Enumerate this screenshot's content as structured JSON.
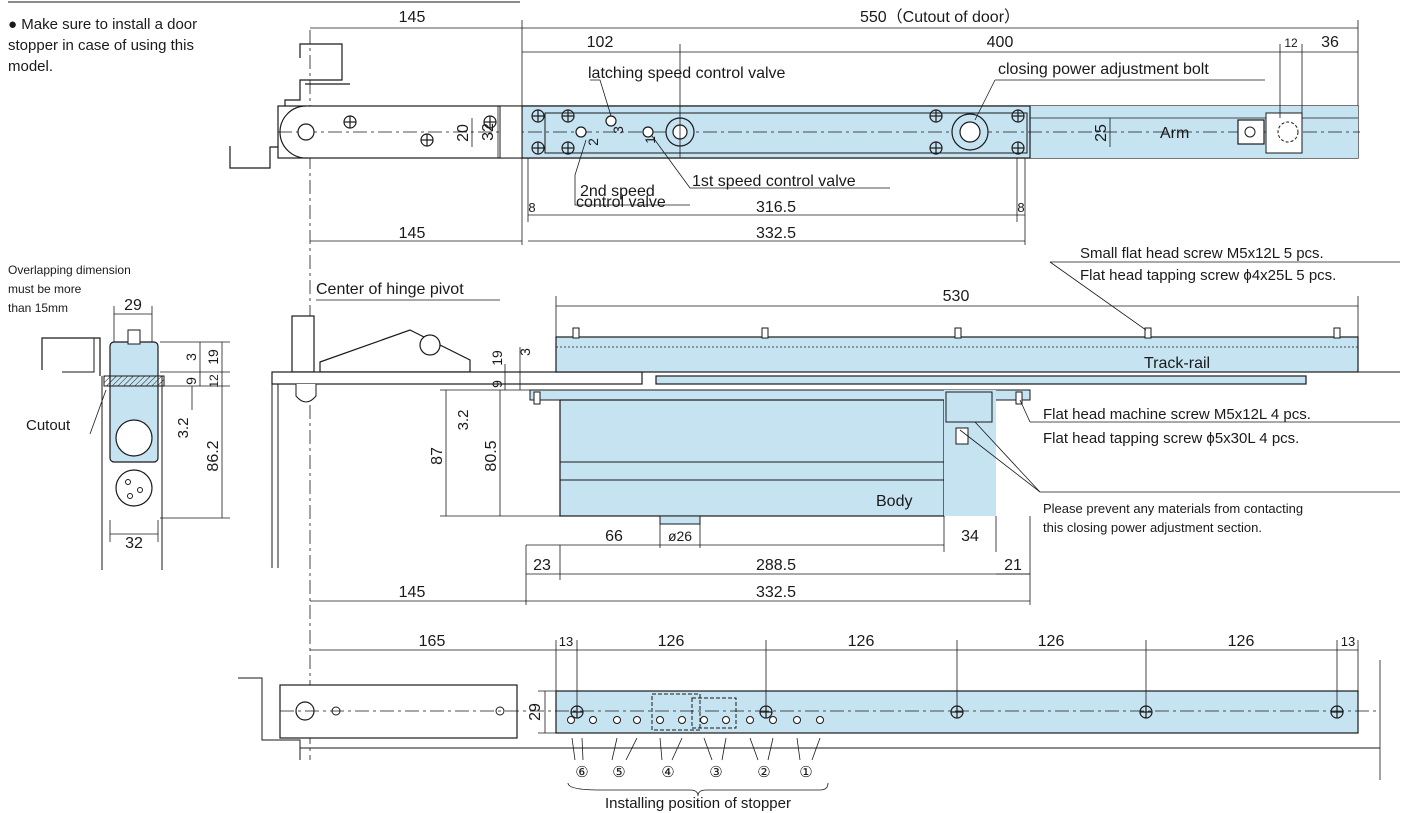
{
  "note": "● Make sure to install a door stopper in case of using this model.",
  "labels": {
    "dim_145_top": "145",
    "dim_550": "550（Cutout of door）",
    "dim_102": "102",
    "dim_400": "400",
    "dim_12": "12",
    "dim_36": "36",
    "latching_valve": "latching speed control valve",
    "closing_bolt": "closing power adjustment bolt",
    "dim_32": "32",
    "dim_20": "20",
    "dim_25": "25",
    "arm": "Arm",
    "v1": "1",
    "v2": "2",
    "v3": "3",
    "second_valve_1": "2nd speed",
    "second_valve_2": "control valve",
    "first_valve": "1st speed control valve",
    "dim_8_left": "8",
    "dim_316_5": "316.5",
    "dim_8_right": "8",
    "dim_145_mid": "145",
    "dim_332_5_top": "332.5",
    "overlap_1": "Overlapping dimension",
    "overlap_2": "must be more",
    "overlap_3": "than 15mm",
    "dim_29_side": "29",
    "dim_3_side": "3",
    "dim_19_side": "19",
    "dim_9_side": "9",
    "dim_12_side": "12",
    "cutout": "Cutout",
    "dim_3_2_side": "3.2",
    "dim_86_2": "86.2",
    "dim_32_side": "32",
    "hinge_pivot": "Center of hinge pivot",
    "dim_530": "530",
    "screw_small": "Small flat head screw M5x12L  5 pcs.",
    "screw_tapping_4": "Flat head tapping screw ϕ4x25L  5 pcs.",
    "dim_19_front": "19",
    "dim_3_front": "3",
    "dim_9_front": "9",
    "track_rail": "Track-rail",
    "dim_87": "87",
    "dim_3_2_front": "3.2",
    "dim_80_5": "80.5",
    "body": "Body",
    "screw_machine": "Flat head machine screw M5x12L  4 pcs.",
    "screw_tapping_5": "Flat head tapping screw ϕ5x30L  4 pcs.",
    "prevent_1": "Please prevent any materials from contacting",
    "prevent_2": "this closing power adjustment section.",
    "dim_66": "66",
    "dim_d26": "ø26",
    "dim_34": "34",
    "dim_23": "23",
    "dim_288_5": "288.5",
    "dim_21": "21",
    "dim_145_low": "145",
    "dim_332_5_low": "332.5",
    "dim_165": "165",
    "dim_13_left": "13",
    "dim_126_a": "126",
    "dim_126_b": "126",
    "dim_126_c": "126",
    "dim_126_d": "126",
    "dim_13_right": "13",
    "dim_29_bottom": "29",
    "pos_6": "⑥",
    "pos_5": "⑤",
    "pos_4": "④",
    "pos_3": "③",
    "pos_2": "②",
    "pos_1": "①",
    "stopper": "Installing position of stopper"
  },
  "colors": {
    "part_fill": "#c6e3f2",
    "line": "#1a1a1a"
  }
}
